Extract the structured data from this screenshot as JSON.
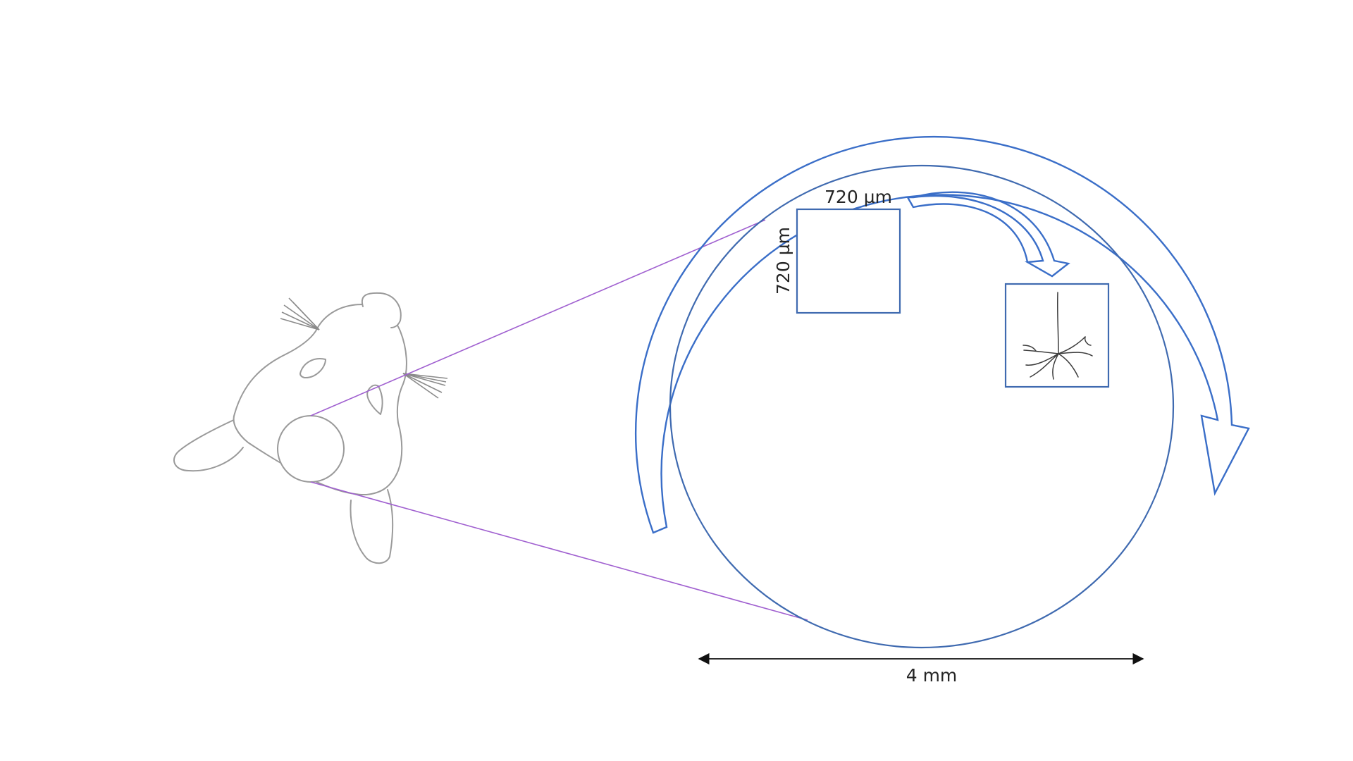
{
  "labels": {
    "fov_width": "720 µm",
    "fov_height": "720 µm",
    "window_diameter": "4 mm"
  },
  "colors": {
    "mouse_outline": "#9a9a9a",
    "projection_lines": "#a060d0",
    "rotation_arrows": "#3a6ec8",
    "window_outline": "#3f6ab0",
    "scale_bar": "#111111"
  }
}
